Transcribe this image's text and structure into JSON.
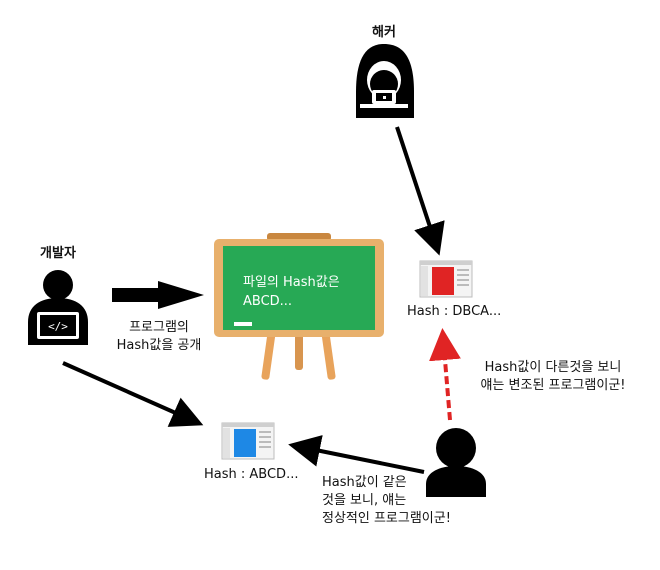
{
  "hacker": {
    "label": "해커"
  },
  "developer": {
    "label": "개발자",
    "publish_line1": "프로그램의",
    "publish_line2": "Hash값을 공개"
  },
  "board": {
    "line1": "파일의 Hash값은",
    "line2": "ABCD..."
  },
  "tampered_file": {
    "hash_label": "Hash : DBCA..."
  },
  "original_file": {
    "hash_label": "Hash : ABCD..."
  },
  "user_check_tampered": {
    "line1": "Hash값이 다른것을 보니",
    "line2": "얘는 변조된 프로그램이군!"
  },
  "user_check_original": {
    "line1": "Hash값이 같은",
    "line2": "것을 보니, 얘는",
    "line3": "정상적인 프로그램이군!"
  },
  "colors": {
    "board_green": "#27a955",
    "board_frame": "#e8b06c",
    "tampered_doc": "#e02424",
    "original_doc": "#1e88e5",
    "warning_arrow": "#e02424",
    "arrow": "#000000"
  }
}
